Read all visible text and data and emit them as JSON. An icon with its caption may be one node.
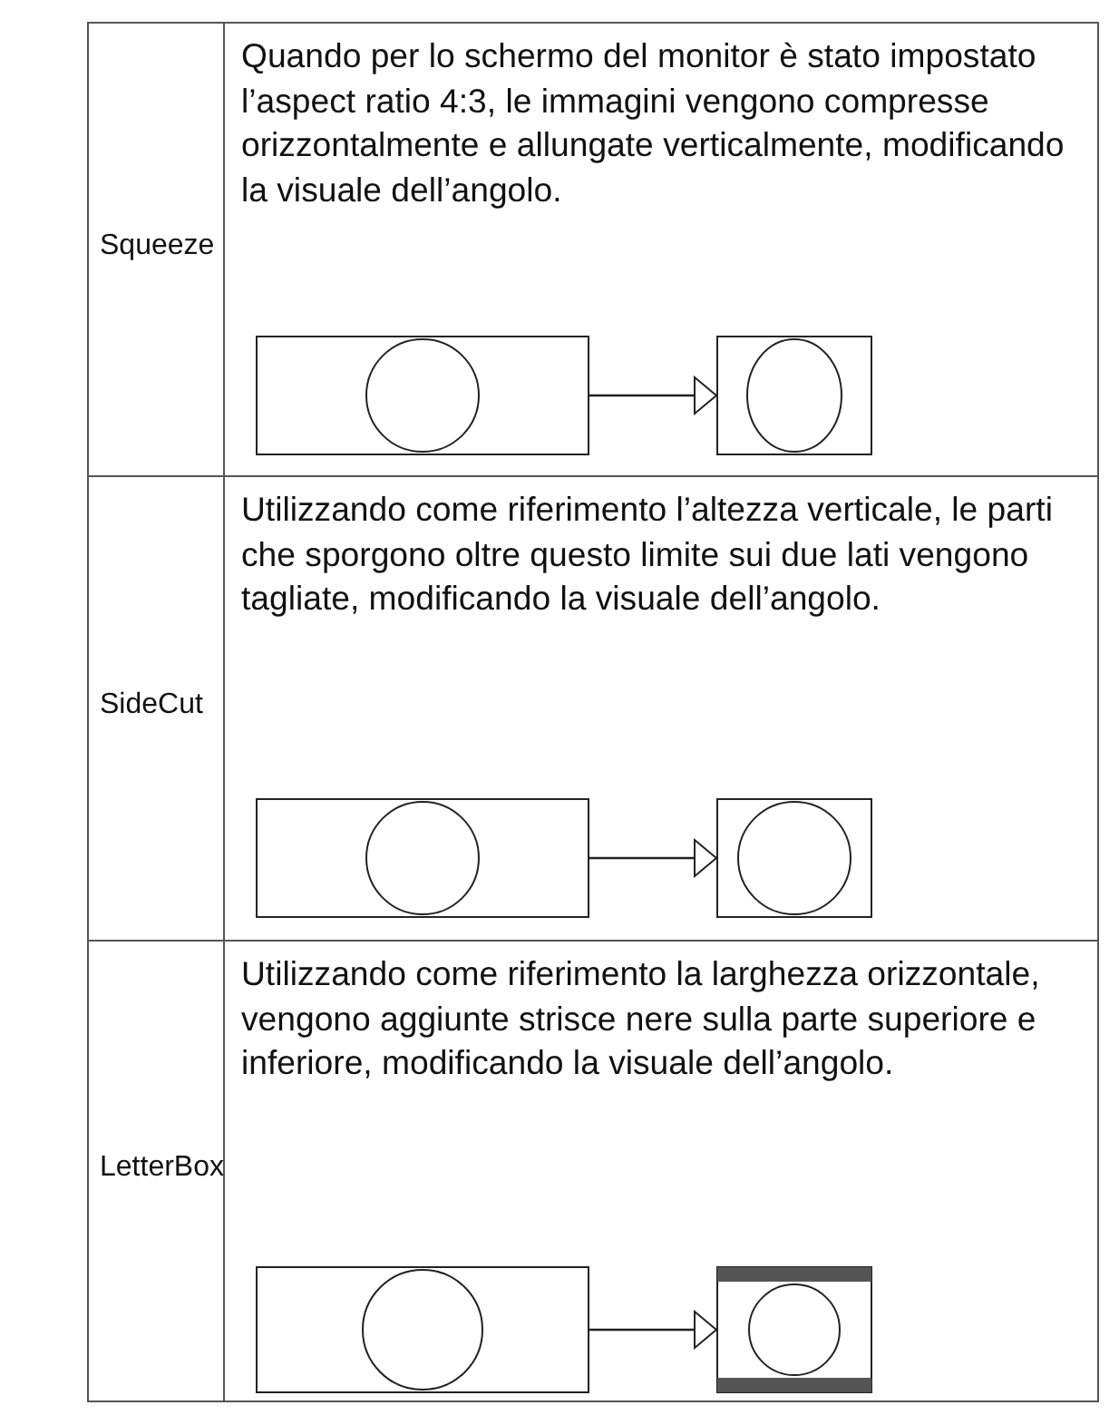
{
  "diagram": {
    "nodes": [
      {
        "text": [],
        "shape": "picture"
      },
      {
        "text": [],
        "shape": "picture"
      },
      {
        "text": [],
        "shape": "picture"
      },
      {
        "text": [],
        "shape": "picture"
      },
      {
        "text": [],
        "shape": "picture"
      },
      {
        "text": [],
        "shape": "picture"
      }
    ],
    "edges": [
      {
        "from": 0,
        "to": 1,
        "arrow": "to"
      },
      {
        "from": 2,
        "to": 3,
        "arrow": "to"
      },
      {
        "from": 4,
        "to": 5,
        "arrow": "to"
      }
    ],
    "labels": [
      "Squeeze",
      "Quando per lo schermo del monitor è stato impostato l’aspect ratio 4:3, le immagini vengono compresse orizzontalmente e allungate verticalmente, modificando la visuale dell’angolo.",
      "SideCut",
      "Utilizzando come riferimento l’altezza verticale, le parti che sporgono oltre questo limite sui due lati vengono tagliate, modificando la visuale dell’angolo.",
      "LetterBox",
      "Utilizzando come riferimento la larghezza orizzontale, vengono aggiunte strisce nere sulla parte superiore e inferiore, modificando la visuale dell’angolo."
    ]
  }
}
